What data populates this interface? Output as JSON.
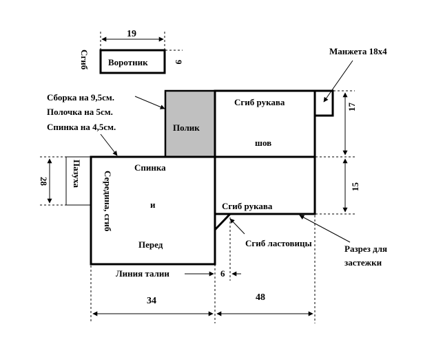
{
  "labels": {
    "collar_width": "19",
    "collar_fold": "Сгиб",
    "collar": "Воротник",
    "collar_height": "9",
    "cuff": "Манжета 18x4",
    "gather_note_1": "Сборка на 9,5см.",
    "gather_note_2": "Полочка на 5см.",
    "gather_note_3": "Спинка на 4,5см.",
    "yoke": "Полик",
    "sleeve_fold_top": "Сгиб рукава",
    "seam": "шов",
    "sleeve_fold_bottom": "Сгиб рукава",
    "height_17": "17",
    "height_15": "15",
    "armpit": "Пазуха",
    "height_28": "28",
    "back_and_front_1": "Спинка",
    "back_and_front_2": "и",
    "back_and_front_3": "Перед",
    "middle_fold": "Середина, сгиб",
    "gusset_fold": "Сгиб ластовицы",
    "slit_1": "Разрез для",
    "slit_2": "застежки",
    "waist_line": "Линия талии",
    "width_6": "6",
    "width_34": "34",
    "width_48": "48"
  },
  "colors": {
    "line": "#000000",
    "yoke_fill": "#c0c0c0",
    "background": "#ffffff"
  }
}
